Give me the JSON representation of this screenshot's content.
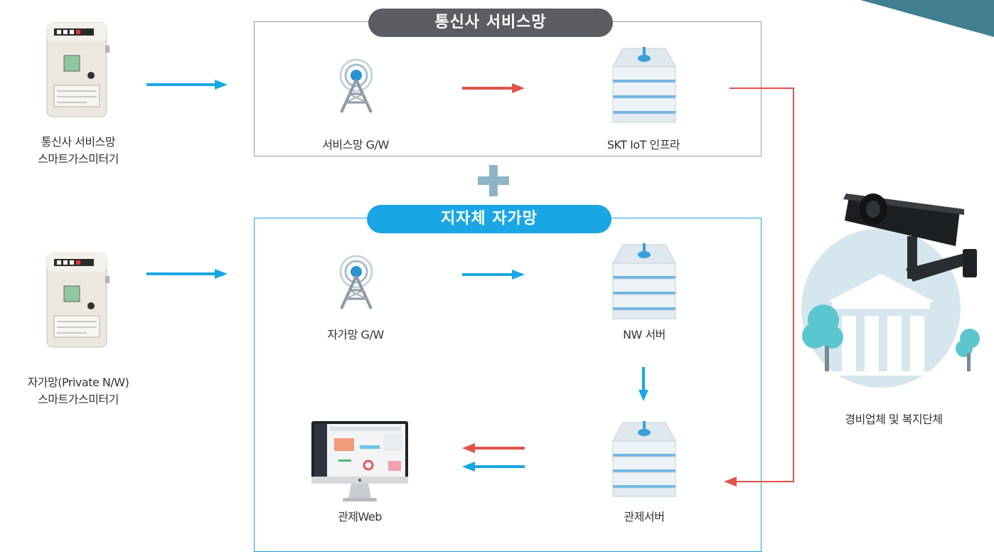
{
  "meters": {
    "telecom": {
      "line1": "통신사 서비스망",
      "line2": "스마트가스미터기"
    },
    "private": {
      "line1": "자가망(Private N/W)",
      "line2": "스마트가스미터기"
    }
  },
  "telecom_network": {
    "title": "통신사 서비스망",
    "gateway_label": "서비스망 G/W",
    "infra_label": "SKT IoT 인프라"
  },
  "local_network": {
    "title": "지자체 자가망",
    "gateway_label": "자가망 G/W",
    "nw_server_label": "NW 서버",
    "control_web_label": "관제Web",
    "control_server_label": "관제서버"
  },
  "security_org_label": "경비업체 및 복지단체",
  "colors": {
    "blue_arrow": "#1aa6e4",
    "red_arrow": "#e0534a",
    "telecom_pill": "#5b5d63",
    "local_pill": "#1aa6e4",
    "plus": "#8fb4c6",
    "circle_bg": "#d5e6ef",
    "corner_accent": "#3f7f8f"
  }
}
